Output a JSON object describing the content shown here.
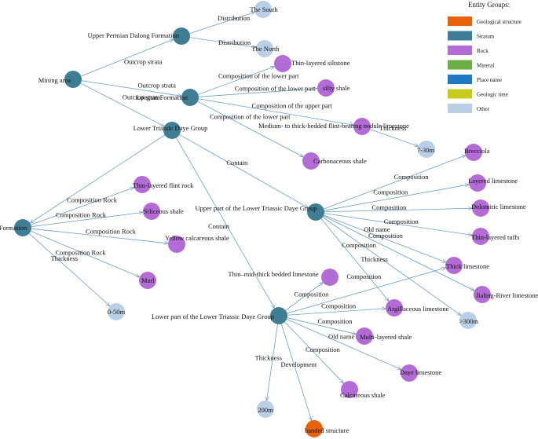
{
  "legend": {
    "title": "Entity Groups:",
    "items": [
      {
        "key": "geo",
        "label": "Geological structure",
        "color": "#e8620e"
      },
      {
        "key": "stratum",
        "label": "Stratum",
        "color": "#3f7d94"
      },
      {
        "key": "rock",
        "label": "Rock",
        "color": "#b36bd6"
      },
      {
        "key": "mineral",
        "label": "Mineral",
        "color": "#6aae45"
      },
      {
        "key": "place",
        "label": "Place name",
        "color": "#1f78c2"
      },
      {
        "key": "time",
        "label": "Geologic time",
        "color": "#c7cc1a"
      },
      {
        "key": "other",
        "label": "Other",
        "color": "#b9cfe6"
      }
    ]
  },
  "nodes": [
    {
      "id": "mining",
      "label": "Mining area",
      "type": "stratum"
    },
    {
      "id": "dalong_up",
      "label": "Upper Permian Dalong Formation",
      "type": "stratum"
    },
    {
      "id": "south",
      "label": "The South",
      "type": "other"
    },
    {
      "id": "north",
      "label": "The North",
      "type": "other"
    },
    {
      "id": "longtan",
      "label": "Longtan Formation",
      "type": "stratum"
    },
    {
      "id": "thin_silt",
      "label": "Thin-layered siltstone",
      "type": "rock"
    },
    {
      "id": "silty",
      "label": "silty shale",
      "type": "rock"
    },
    {
      "id": "medium",
      "label": "Medium- to thick-bedded flint-bearing nodule  limestone",
      "type": "rock"
    },
    {
      "id": "t730",
      "label": "7-30m",
      "type": "other"
    },
    {
      "id": "carb",
      "label": "Carbonaceous shale",
      "type": "rock"
    },
    {
      "id": "ltdg",
      "label": "Lower Triassic Daye Group",
      "type": "stratum"
    },
    {
      "id": "dalongF",
      "label": "Dalong Formation",
      "type": "stratum"
    },
    {
      "id": "thinflint",
      "label": "Thin-layered flint rock",
      "type": "rock"
    },
    {
      "id": "siliceous",
      "label": "Siliceous shale",
      "type": "rock"
    },
    {
      "id": "yellow",
      "label": "Yellow calcareous shale",
      "type": "rock"
    },
    {
      "id": "marl",
      "label": "Marl",
      "type": "rock"
    },
    {
      "id": "t050",
      "label": "0-50m",
      "type": "other"
    },
    {
      "id": "upper",
      "label": "Upper part of the Lower Triassic Daye Group",
      "type": "stratum"
    },
    {
      "id": "breccia",
      "label": "Brecciola",
      "type": "rock"
    },
    {
      "id": "layered",
      "label": "Layered limestone",
      "type": "rock"
    },
    {
      "id": "dolo",
      "label": "Dolomitic limestone",
      "type": "rock"
    },
    {
      "id": "tuff",
      "label": "Thin-layered tuffs",
      "type": "rock"
    },
    {
      "id": "thick",
      "label": "Thick limestone",
      "type": "rock"
    },
    {
      "id": "jialing",
      "label": "Jialing-River  limestone",
      "type": "rock"
    },
    {
      "id": "t300",
      "label": ">300m",
      "type": "other"
    },
    {
      "id": "argil",
      "label": "Argillaceous limestone",
      "type": "rock"
    },
    {
      "id": "lower",
      "label": "Lower part of the Lower Triassic Daye Group",
      "type": "stratum"
    },
    {
      "id": "thinmid",
      "label": "Thin–mid-thick bedded limestone",
      "type": "rock"
    },
    {
      "id": "multi",
      "label": "Multi-layered shale",
      "type": "rock"
    },
    {
      "id": "daye",
      "label": "Daye limestone",
      "type": "rock"
    },
    {
      "id": "calc",
      "label": "Calcareous shale",
      "type": "rock"
    },
    {
      "id": "t200",
      "label": "200m",
      "type": "other"
    },
    {
      "id": "banded",
      "label": "banded structure",
      "type": "geo"
    }
  ],
  "edges": [
    {
      "from": "mining",
      "to": "dalong_up",
      "label": "Outcrop strata"
    },
    {
      "from": "mining",
      "to": "longtan",
      "label": "Outcrop strata"
    },
    {
      "from": "mining",
      "to": "ltdg",
      "label": "Outcrop strata"
    },
    {
      "from": "dalong_up",
      "to": "south",
      "label": "Distribution"
    },
    {
      "from": "dalong_up",
      "to": "north",
      "label": "Distribution"
    },
    {
      "from": "longtan",
      "to": "thin_silt",
      "label": "Composition of the lower part"
    },
    {
      "from": "longtan",
      "to": "silty",
      "label": "Composition of the lower part"
    },
    {
      "from": "longtan",
      "to": "medium",
      "label": "Composition of the upper part"
    },
    {
      "from": "longtan",
      "to": "carb",
      "label": "Composition of the lower part"
    },
    {
      "from": "medium",
      "to": "t730",
      "label": "Thickness"
    },
    {
      "from": "ltdg",
      "to": "dalongF",
      "label": ""
    },
    {
      "from": "ltdg",
      "to": "upper",
      "label": "Contain"
    },
    {
      "from": "ltdg",
      "to": "lower",
      "label": "Contain"
    },
    {
      "from": "dalongF",
      "to": "thinflint",
      "label": "Composition Rock"
    },
    {
      "from": "dalongF",
      "to": "siliceous",
      "label": "Composition Rock"
    },
    {
      "from": "dalongF",
      "to": "yellow",
      "label": "Composition Rock"
    },
    {
      "from": "dalongF",
      "to": "marl",
      "label": "Composition Rock"
    },
    {
      "from": "dalongF",
      "to": "t050",
      "label": "Thickness"
    },
    {
      "from": "upper",
      "to": "breccia",
      "label": "Composition"
    },
    {
      "from": "upper",
      "to": "layered",
      "label": "Composition"
    },
    {
      "from": "upper",
      "to": "dolo",
      "label": "Composition"
    },
    {
      "from": "upper",
      "to": "tuff",
      "label": "Composition"
    },
    {
      "from": "upper",
      "to": "thick",
      "label": "Composition"
    },
    {
      "from": "upper",
      "to": "jialing",
      "label": "Old name"
    },
    {
      "from": "upper",
      "to": "t300",
      "label": "Thickness"
    },
    {
      "from": "upper",
      "to": "argil",
      "label": "Composition"
    },
    {
      "from": "lower",
      "to": "thinmid",
      "label": "Composition"
    },
    {
      "from": "lower",
      "to": "thick",
      "label": "Composition"
    },
    {
      "from": "lower",
      "to": "argil",
      "label": "Composition"
    },
    {
      "from": "lower",
      "to": "multi",
      "label": "Composition"
    },
    {
      "from": "lower",
      "to": "daye",
      "label": "Old name"
    },
    {
      "from": "lower",
      "to": "calc",
      "label": "Composition"
    },
    {
      "from": "lower",
      "to": "t200",
      "label": "Thickness"
    },
    {
      "from": "lower",
      "to": "banded",
      "label": "Development"
    }
  ]
}
